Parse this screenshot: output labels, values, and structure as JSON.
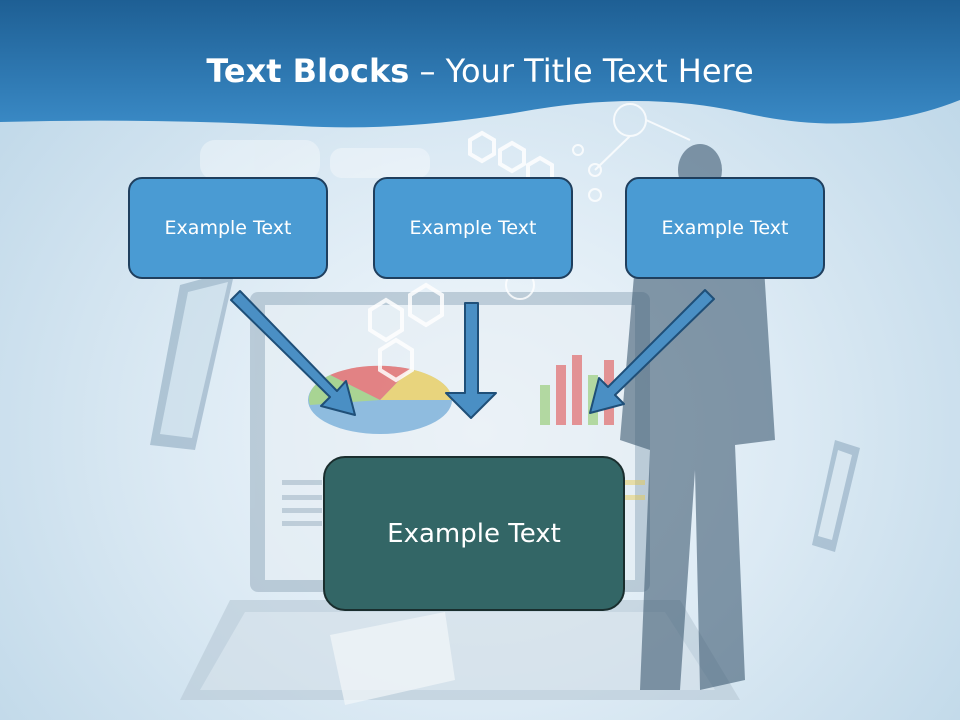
{
  "slide": {
    "title_bold": "Text Blocks",
    "title_dash": " – ",
    "title_rest": "Your Title Text Here"
  },
  "blocks": {
    "top": [
      "Example Text",
      "Example Text",
      "Example Text"
    ],
    "bottom": "Example Text"
  },
  "colors": {
    "header_blue": "#2a76b0",
    "block_blue": "#4a9bd3",
    "block_border": "#1f3f5e",
    "bottom_block": "#336666",
    "arrow_fill": "#4a8fc4"
  },
  "background": {
    "description_icons": [
      "world-map-icon",
      "hexagon-network-icon",
      "laptop-icon",
      "tablet-icon",
      "phone-icon",
      "businessman-silhouette",
      "pie-chart-icon",
      "bar-chart-icon"
    ]
  }
}
